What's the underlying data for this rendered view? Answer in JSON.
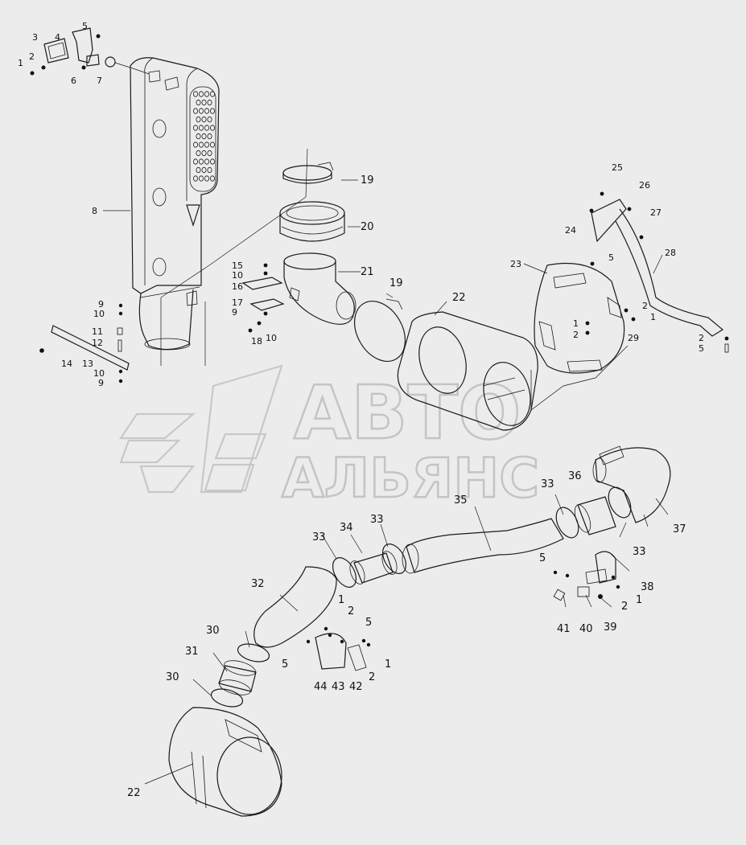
{
  "watermark": {
    "line1": "АВТО",
    "line2": "АЛЬЯНС"
  },
  "callouts": [
    {
      "id": "c-1a",
      "text": "1"
    },
    {
      "id": "c-2a",
      "text": "2"
    },
    {
      "id": "c-3",
      "text": "3"
    },
    {
      "id": "c-4",
      "text": "4"
    },
    {
      "id": "c-5a",
      "text": "5"
    },
    {
      "id": "c-6",
      "text": "6"
    },
    {
      "id": "c-7",
      "text": "7"
    },
    {
      "id": "c-8",
      "text": "8"
    },
    {
      "id": "c-9a",
      "text": "9"
    },
    {
      "id": "c-10a",
      "text": "10"
    },
    {
      "id": "c-11",
      "text": "11"
    },
    {
      "id": "c-12",
      "text": "12"
    },
    {
      "id": "c-13",
      "text": "13"
    },
    {
      "id": "c-10b",
      "text": "10"
    },
    {
      "id": "c-9b",
      "text": "9"
    },
    {
      "id": "c-14",
      "text": "14"
    },
    {
      "id": "c-15",
      "text": "15"
    },
    {
      "id": "c-10c",
      "text": "10"
    },
    {
      "id": "c-16",
      "text": "16"
    },
    {
      "id": "c-17",
      "text": "17"
    },
    {
      "id": "c-9c",
      "text": "9"
    },
    {
      "id": "c-18",
      "text": "18"
    },
    {
      "id": "c-10d",
      "text": "10"
    },
    {
      "id": "c-19a",
      "text": "19"
    },
    {
      "id": "c-20",
      "text": "20"
    },
    {
      "id": "c-21",
      "text": "21"
    },
    {
      "id": "c-19b",
      "text": "19"
    },
    {
      "id": "c-22a",
      "text": "22"
    },
    {
      "id": "c-23",
      "text": "23"
    },
    {
      "id": "c-5b",
      "text": "5"
    },
    {
      "id": "c-1b",
      "text": "1"
    },
    {
      "id": "c-2b",
      "text": "2"
    },
    {
      "id": "c-29",
      "text": "29"
    },
    {
      "id": "c-2c",
      "text": "2"
    },
    {
      "id": "c-1c",
      "text": "1"
    },
    {
      "id": "c-25",
      "text": "25"
    },
    {
      "id": "c-26",
      "text": "26"
    },
    {
      "id": "c-24",
      "text": "24"
    },
    {
      "id": "c-27",
      "text": "27"
    },
    {
      "id": "c-28",
      "text": "28"
    },
    {
      "id": "c-2d",
      "text": "2"
    },
    {
      "id": "c-5c",
      "text": "5"
    },
    {
      "id": "c-35",
      "text": "35"
    },
    {
      "id": "c-33a",
      "text": "33"
    },
    {
      "id": "c-36",
      "text": "36"
    },
    {
      "id": "c-37",
      "text": "37"
    },
    {
      "id": "c-33b",
      "text": "33"
    },
    {
      "id": "c-33c",
      "text": "33"
    },
    {
      "id": "c-34",
      "text": "34"
    },
    {
      "id": "c-33d",
      "text": "33"
    },
    {
      "id": "c-32",
      "text": "32"
    },
    {
      "id": "c-5d",
      "text": "5"
    },
    {
      "id": "c-38",
      "text": "38"
    },
    {
      "id": "c-2e",
      "text": "2"
    },
    {
      "id": "c-1d",
      "text": "1"
    },
    {
      "id": "c-41",
      "text": "41"
    },
    {
      "id": "c-40",
      "text": "40"
    },
    {
      "id": "c-39",
      "text": "39"
    },
    {
      "id": "c-1e",
      "text": "1"
    },
    {
      "id": "c-2f",
      "text": "2"
    },
    {
      "id": "c-5e",
      "text": "5"
    },
    {
      "id": "c-5f",
      "text": "5"
    },
    {
      "id": "c-30a",
      "text": "30"
    },
    {
      "id": "c-31",
      "text": "31"
    },
    {
      "id": "c-30b",
      "text": "30"
    },
    {
      "id": "c-44",
      "text": "44"
    },
    {
      "id": "c-43",
      "text": "43"
    },
    {
      "id": "c-42",
      "text": "42"
    },
    {
      "id": "c-1f",
      "text": "1"
    },
    {
      "id": "c-2g",
      "text": "2"
    },
    {
      "id": "c-22b",
      "text": "22"
    }
  ]
}
